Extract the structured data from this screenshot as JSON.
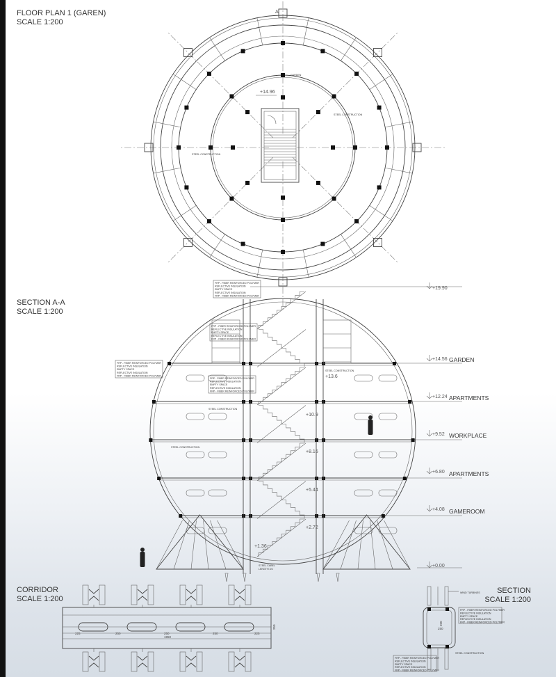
{
  "titles": {
    "floor_plan": "FLOOR PLAN 1 (GAREN)",
    "floor_plan_scale": "SCALE 1:200",
    "section_aa": "SECTION A-A",
    "section_aa_scale": "SCALE 1:200",
    "corridor": "CORRIDOR",
    "corridor_scale": "SCALE 1:200",
    "section": "SECTION",
    "section_scale": "SCALE 1:200"
  },
  "floor_plan": {
    "section_marker": "A",
    "level": "+14.96",
    "steel_label_1": "STEEL CONSTRUCTION",
    "steel_label_2": "STEEL CONSTRUCTION",
    "garden_label": "GARDEN"
  },
  "section_aa": {
    "levels": [
      {
        "value": "+19.90",
        "room": ""
      },
      {
        "value": "+14.56",
        "room": "GARDEN"
      },
      {
        "value": "+12.24",
        "room": "APARTMENTS"
      },
      {
        "value": "+9.52",
        "room": "WORKPLACE"
      },
      {
        "value": "+6.80",
        "room": "APARTMENTS"
      },
      {
        "value": "+4.08",
        "room": "GAMEROOM"
      },
      {
        "value": "+0.00",
        "room": ""
      }
    ],
    "stair_levels": [
      "+13.6",
      "+10.9",
      "+8.16",
      "+5.44",
      "+2.72",
      "+1.36"
    ],
    "wall_layers": [
      "FRP - FIBER REINFORCED POLYMER",
      "REFLECTIVE INSULATION",
      "EMPTY SPACE",
      "REFLECTIVE INSULATION",
      "FRP - FIBER REINFORCED POLYMER"
    ],
    "steel_construction": "STEEL CONSTRUCTION",
    "steel_cable": "STEEL CABEL",
    "steel_cable_length": "LENGTH 4m"
  },
  "corridor": {
    "dims": [
      "225",
      "250",
      "250",
      "250",
      "225"
    ],
    "total": "1950",
    "height": "250"
  },
  "section_detail": {
    "wind_turbines": "WIND TURBINES",
    "steel_construction": "STEEL CONSTRUCTION",
    "inner_width": "250",
    "inner_height": "250"
  }
}
